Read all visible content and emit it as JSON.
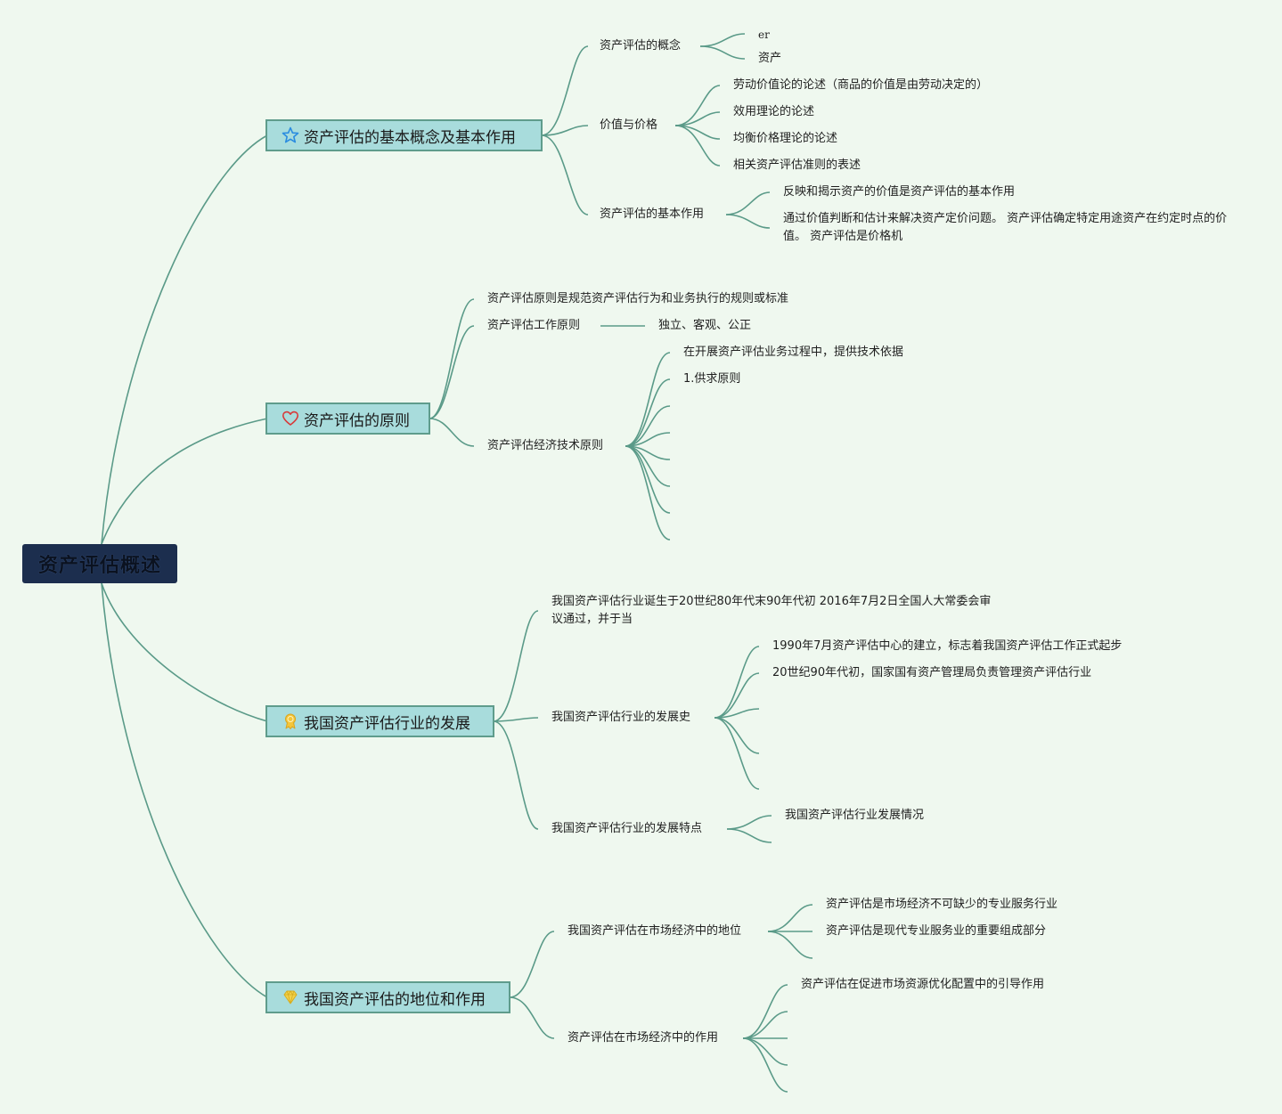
{
  "root": "资产评估概述",
  "sections": {
    "s1": {
      "title": "资产评估的基本概念及基本作用",
      "icon": "star-icon",
      "concept": {
        "label": "资产评估的概念",
        "children": [
          "er",
          "资产"
        ]
      },
      "value_price": {
        "label": "价值与价格",
        "children": [
          "劳动价值论的论述（商品的价值是由劳动决定的）",
          "效用理论的论述",
          "均衡价格理论的论述",
          "相关资产评估准则的表述"
        ]
      },
      "basic_role": {
        "label": "资产评估的基本作用",
        "children": [
          "反映和揭示资产的价值是资产评估的基本作用",
          "通过价值判断和估计来解决资产定价问题。 资产评估确定特定用途资产在约定时点的价值。 资产评估是价格机"
        ]
      }
    },
    "s2": {
      "title": "资产评估的原则",
      "icon": "heart-icon",
      "definition": "资产评估原则是规范资产评估行为和业务执行的规则或标准",
      "work": {
        "label": "资产评估工作原则",
        "child": "独立、客观、公正"
      },
      "tech": {
        "label": "资产评估经济技术原则",
        "children": [
          "在开展资产评估业务过程中，提供技术依据",
          "1.供求原则"
        ]
      }
    },
    "s3": {
      "title": "我国资产评估行业的发展",
      "icon": "award-icon",
      "intro": "我国资产评估行业诞生于20世纪80年代末90年代初 2016年7月2日全国人大常委会审议通过，并于当",
      "history": {
        "label": "我国资产评估行业的发展史",
        "children": [
          "1990年7月资产评估中心的建立，标志着我国资产评估工作正式起步",
          "20世纪90年代初，国家国有资产管理局负责管理资产评估行业"
        ]
      },
      "features": {
        "label": "我国资产评估行业的发展特点",
        "children": [
          "我国资产评估行业发展情况"
        ]
      }
    },
    "s4": {
      "title": "我国资产评估的地位和作用",
      "icon": "diamond-icon",
      "position": {
        "label": "我国资产评估在市场经济中的地位",
        "children": [
          "资产评估是市场经济不可缺少的专业服务行业",
          "资产评估是现代专业服务业的重要组成部分"
        ]
      },
      "role": {
        "label": "资产评估在市场经济中的作用",
        "children": [
          "资产评估在促进市场资源优化配置中的引导作用"
        ]
      }
    }
  },
  "colors": {
    "edge": "#5a9a88",
    "root_bg": "#1c2e4e",
    "main_bg": "#a8dcdc",
    "main_border": "#5f9c8c",
    "page_bg": "#eff8ef"
  }
}
